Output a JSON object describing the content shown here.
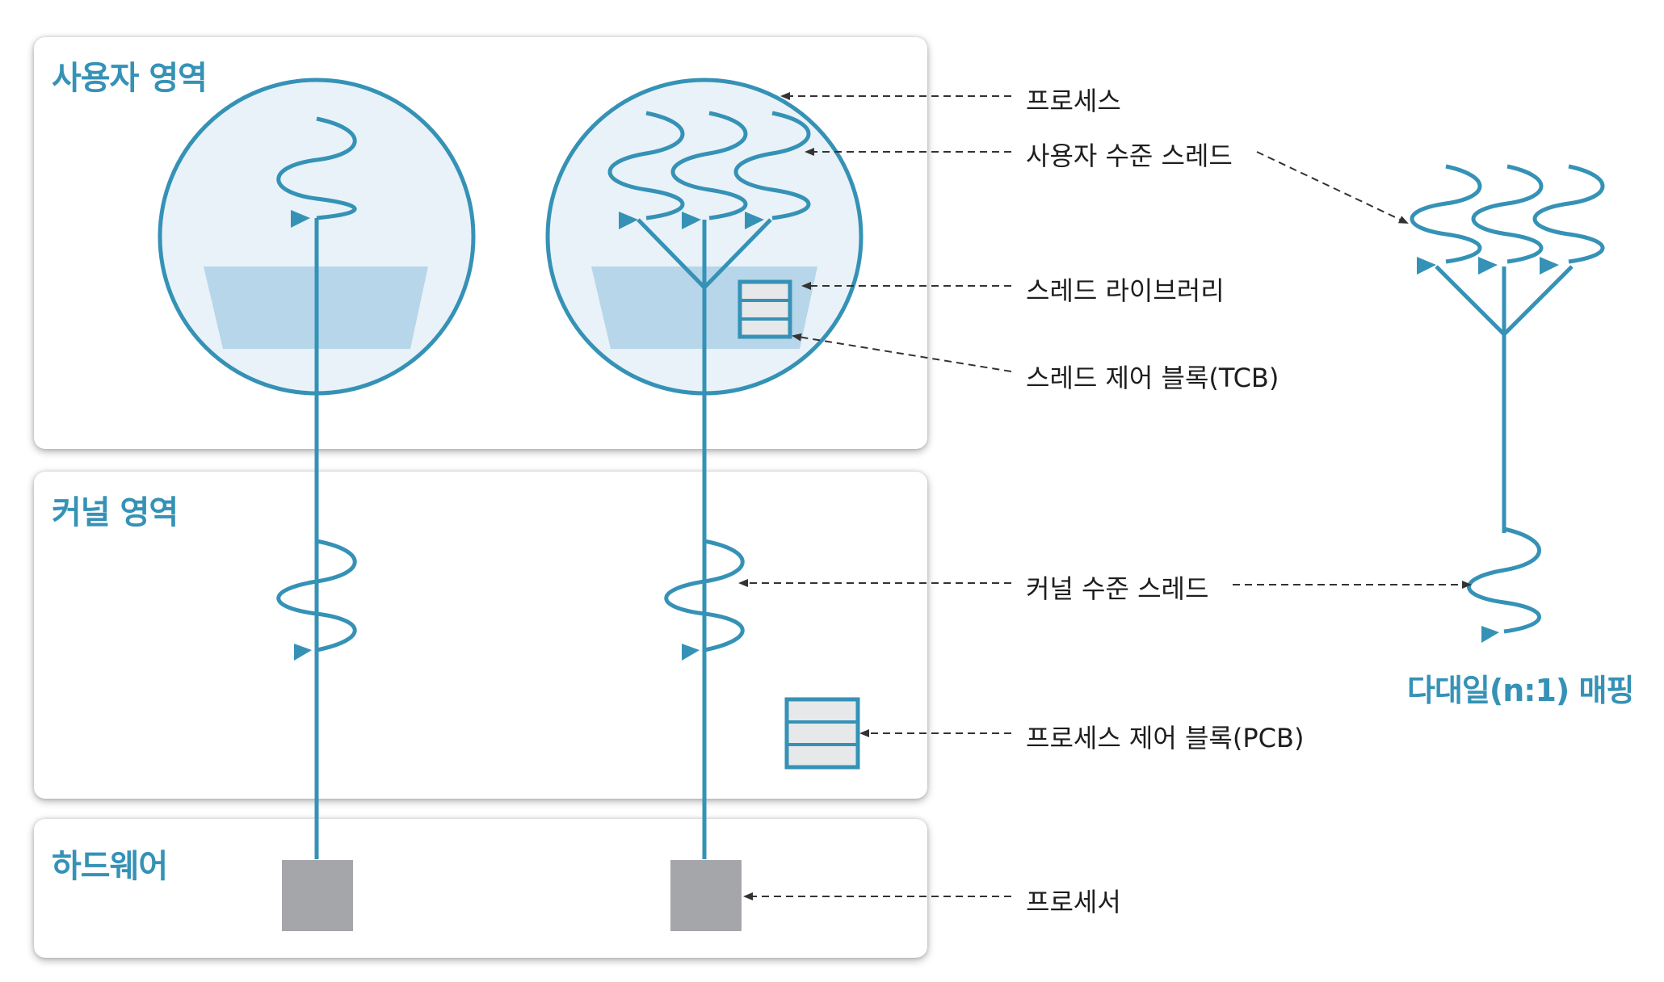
{
  "regions": {
    "user": "사용자 영역",
    "kernel": "커널 영역",
    "hardware": "하드웨어"
  },
  "labels": {
    "process": "프로세스",
    "user_thread": "사용자 수준 스레드",
    "thread_library": "스레드 라이브러리",
    "tcb": "스레드 제어 블록(TCB)",
    "kernel_thread": "커널 수준 스레드",
    "pcb": "프로세스 제어 블록(PCB)",
    "processor": "프로세서"
  },
  "mapping_title": "다대일(n:1) 매핑",
  "colors": {
    "accent": "#3592b6",
    "process_fill": "#e9f2f8",
    "library_fill": "#b7d6e9",
    "processor_fill": "#a5a6a9",
    "block_fill": "#e6e8ea",
    "arrow": "#333333"
  }
}
